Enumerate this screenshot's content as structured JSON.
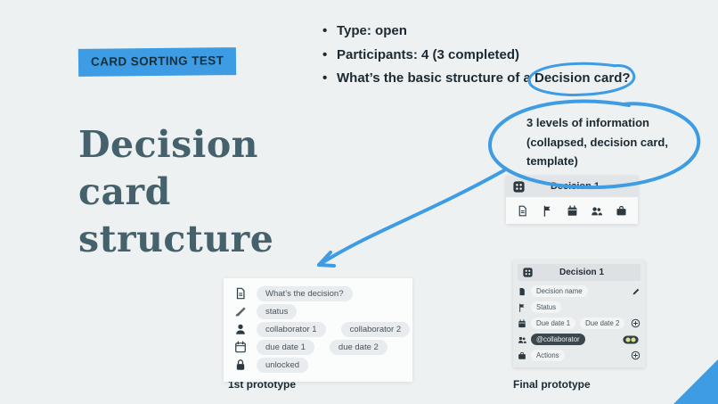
{
  "colors": {
    "accent_blue": "#3e9ce4",
    "title_color": "#45616b",
    "ink": "#1b2a32",
    "background": "#eef1f2"
  },
  "tag": {
    "label": "CARD SORTING TEST"
  },
  "bullets": [
    {
      "text": "Type: open"
    },
    {
      "text": "Participants: 4 (3 completed)"
    },
    {
      "prefix": "What’s the basic structure of a ",
      "circled": "Decision card?"
    }
  ],
  "title": {
    "lines": [
      "Decision",
      "card",
      "structure"
    ]
  },
  "annotation": {
    "lines": [
      "3 levels of information",
      "(collapsed, decision card,",
      "template)"
    ]
  },
  "collapsed_card": {
    "title": "Decision 1",
    "icons": [
      "page-icon",
      "flag-icon",
      "calendar-icon",
      "people-icon",
      "briefcase-icon"
    ]
  },
  "first_prototype": {
    "caption": "1st prototype",
    "rows": [
      {
        "icon": "page-icon",
        "chips": [
          "What’s the decision?"
        ]
      },
      {
        "icon": "brush-icon",
        "chips": [
          "status"
        ]
      },
      {
        "icon": "person-icon",
        "chips": [
          "collaborator 1",
          "collaborator 2"
        ]
      },
      {
        "icon": "calendar-icon",
        "chips": [
          "due date 1",
          "due date 2"
        ]
      },
      {
        "icon": "lock-icon",
        "chips": [
          "unlocked"
        ]
      }
    ]
  },
  "final_prototype": {
    "caption": "Final prototype",
    "card_title": "Decision 1",
    "rows": [
      {
        "icon": "page-icon",
        "chips": [
          "Decision name"
        ],
        "trailing": "pencil-icon"
      },
      {
        "icon": "flag-icon",
        "chips": [
          "Status"
        ],
        "trailing": ""
      },
      {
        "icon": "calendar-icon",
        "chips": [
          "Due date 1",
          "Due date 2"
        ],
        "trailing": "plus-icon"
      },
      {
        "icon": "people-icon",
        "chips": [
          "@collaborator"
        ],
        "trailing": "avatar-group"
      },
      {
        "icon": "briefcase-icon",
        "chips": [
          "Actions"
        ],
        "trailing": "plus-icon"
      }
    ]
  }
}
